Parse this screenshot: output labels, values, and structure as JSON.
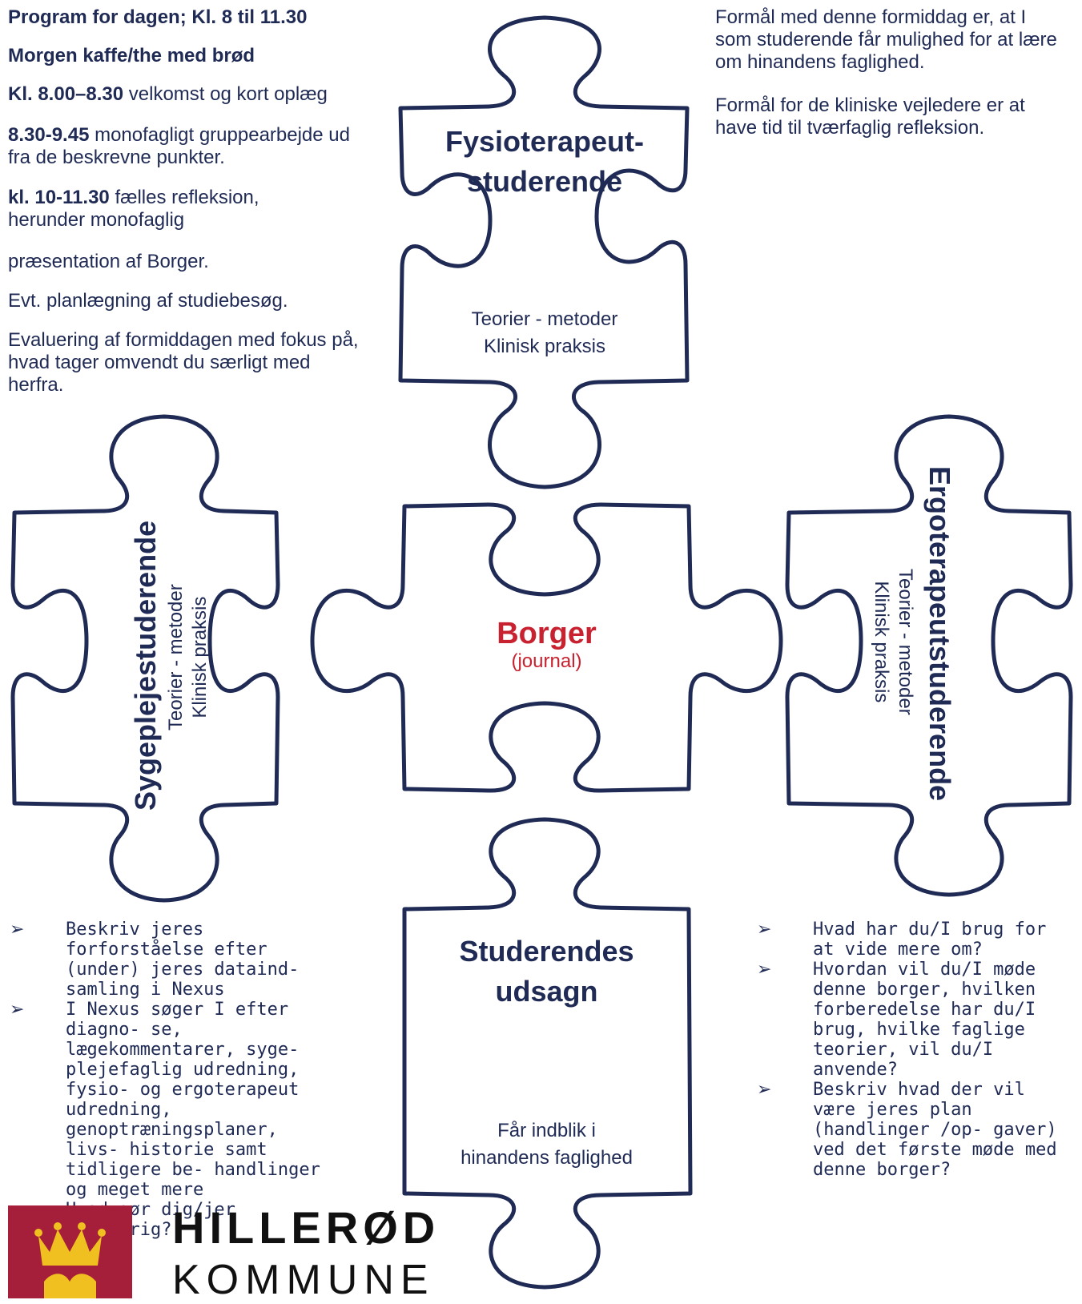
{
  "program": {
    "title": "Program for dagen; Kl. 8 til 11.30",
    "breakfast": "Morgen kaffe/the med brød",
    "item1_time": "Kl. 8.00–8.30",
    "item1_text": " velkomst og kort oplæg",
    "item2_time": "8.30-9.45",
    "item2_text": " monofagligt gruppearbejde ud fra de beskrevne punkter.",
    "item3_time": "kl. 10-11.30",
    "item3_text": " fælles refleksion, herunder monofaglig",
    "item3_cont": "præsentation af Borger.",
    "item4": "Evt. planlægning af studiebesøg.",
    "item5": "Evaluering af formiddagen med fokus på, hvad tager omvendt du særligt med herfra."
  },
  "purpose": {
    "students": "Formål med denne formiddag er, at I som studerende får mulighed for at lære om hinandens faglighed.",
    "supervisors": "Formål for de kliniske vejledere er at have tid til tværfaglig refleksion."
  },
  "pieces": {
    "top": {
      "title_line1": "Fysioterapeut-",
      "title_line2": "studerende",
      "sub_line1": "Teorier - metoder",
      "sub_line2": "Klinisk praksis"
    },
    "left": {
      "title": "Sygeplejestuderende",
      "sub_line1": "Teorier - metoder",
      "sub_line2": "Klinisk praksis"
    },
    "center": {
      "title": "Borger",
      "sub": "(journal)"
    },
    "right": {
      "title": "Ergoterapeutstuderende",
      "sub_line1": "Teorier - metoder",
      "sub_line2": "Klinisk praksis"
    },
    "bottom": {
      "title_line1": "Studerendes",
      "title_line2": "udsagn",
      "sub_line1": "Får indblik i",
      "sub_line2": "hinandens faglighed"
    }
  },
  "bullets_left": [
    "Beskriv jeres forforståelse efter (under) jeres dataind- samling i Nexus",
    "I Nexus søger I efter diagno- se, lægekommentarer, syge- plejefaglig udredning, fysio- og ergoterapeut udredning, genoptræningsplaner, livs- historie samt tidligere be- handlinger og meget mere",
    "Hvad gør dig/jer nysgerrig?"
  ],
  "bullets_right": [
    "Hvad har du/I brug for at vide mere om?",
    "Hvordan vil du/I møde denne borger, hvilken forberedelse har du/I brug, hvilke faglige teorier, vil du/I anvende?",
    "Beskriv hvad der vil være jeres plan (handlinger /op- gaver) ved det første møde med denne borger?"
  ],
  "bullet_arrow": "➢",
  "logo": {
    "line1": "HILLERØD",
    "line2": "KOMMUNE"
  },
  "colors": {
    "ink": "#1f2a55",
    "accent": "#c8212f",
    "logo_bg": "#a51f3a",
    "crown": "#f0c020"
  }
}
